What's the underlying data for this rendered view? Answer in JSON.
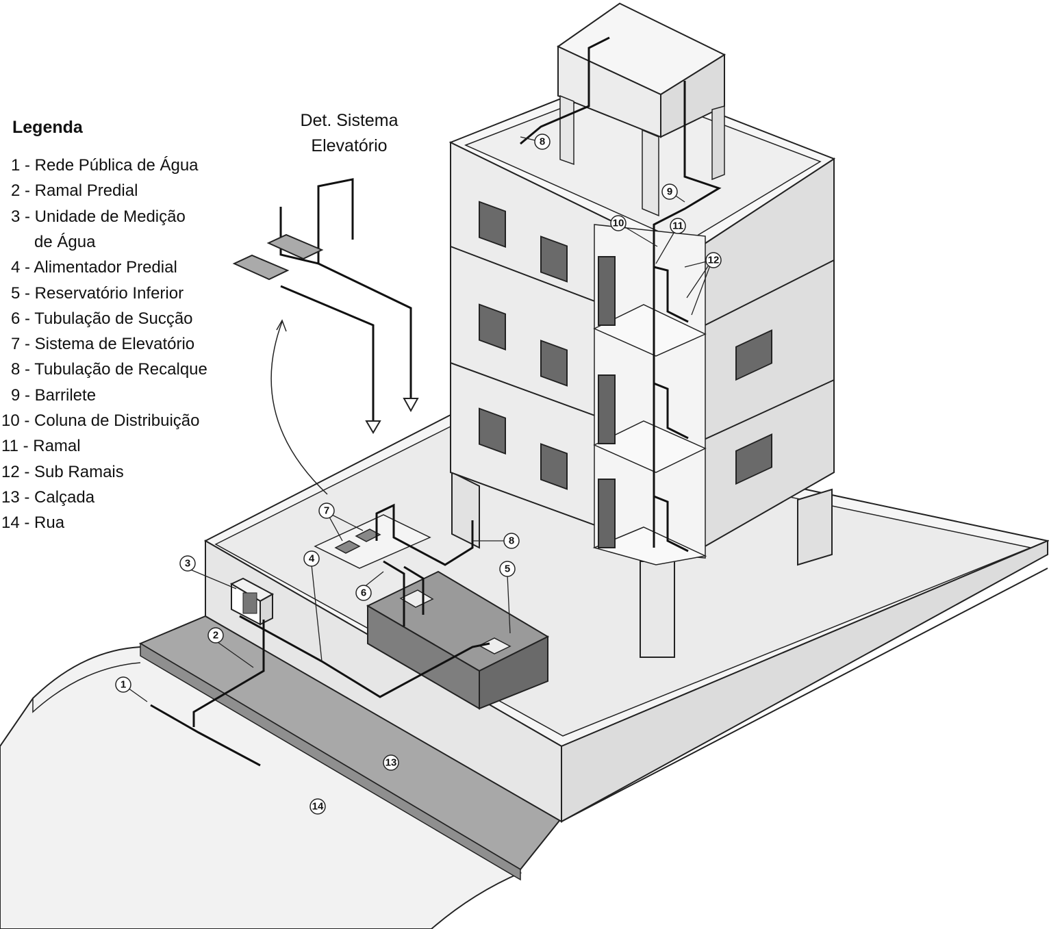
{
  "legend": {
    "title": "Legenda",
    "items": [
      {
        "num": "1",
        "label": "Rede Pública de Água"
      },
      {
        "num": "2",
        "label": "Ramal Predial"
      },
      {
        "num": "3",
        "label": "Unidade de Medição"
      },
      {
        "num": "",
        "label": "de Água"
      },
      {
        "num": "4",
        "label": "Alimentador Predial"
      },
      {
        "num": "5",
        "label": "Reservatório Inferior"
      },
      {
        "num": "6",
        "label": "Tubulação de Sucção"
      },
      {
        "num": "7",
        "label": "Sistema de Elevatório"
      },
      {
        "num": "8",
        "label": "Tubulação de Recalque"
      },
      {
        "num": "9",
        "label": "Barrilete"
      },
      {
        "num": "10",
        "label": "Coluna de Distribuição"
      },
      {
        "num": "11",
        "label": "Ramal"
      },
      {
        "num": "12",
        "label": "Sub Ramais"
      },
      {
        "num": "13",
        "label": "Calçada"
      },
      {
        "num": "14",
        "label": "Rua"
      }
    ]
  },
  "detail": {
    "line1": "Det. Sistema",
    "line2": "Elevatório"
  },
  "callouts": [
    "1",
    "2",
    "3",
    "4",
    "5",
    "6",
    "7",
    "8",
    "8",
    "9",
    "10",
    "11",
    "12",
    "13",
    "14"
  ],
  "colors": {
    "wall": "#ececec",
    "wall_dark": "#d6d6d6",
    "sidewalk": "#a9a9a9",
    "street": "#f0f0f0",
    "reservoir": "#7e7e7e",
    "window": "#6a6a6a",
    "pipe": "#111111"
  }
}
